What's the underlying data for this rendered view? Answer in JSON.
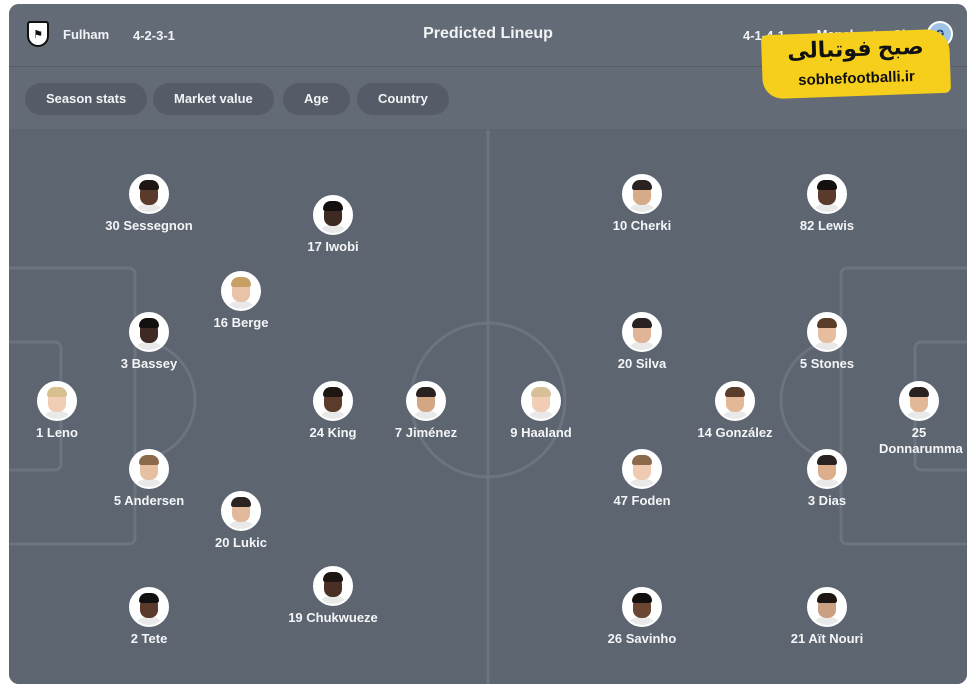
{
  "header": {
    "home_team": "Fulham",
    "home_formation": "4-2-3-1",
    "title": "Predicted Lineup",
    "away_formation": "4-1-4-1",
    "away_team": "Manchester City"
  },
  "filters": [
    "Season stats",
    "Market value",
    "Age",
    "Country"
  ],
  "watermark": {
    "fa": "صبح فوتبالی",
    "en": "sobhefootballi.ir"
  },
  "home_players": [
    {
      "label": "30 Sessegnon",
      "skin": "#5a3a2a",
      "hair": "#1d1613"
    },
    {
      "label": "17 Iwobi",
      "skin": "#3d2a22",
      "hair": "#151010"
    },
    {
      "label": "16 Berge",
      "skin": "#e8c3a8",
      "hair": "#c9a064"
    },
    {
      "label": "3 Bassey",
      "skin": "#3e2a22",
      "hair": "#151010"
    },
    {
      "label": "1 Leno",
      "skin": "#f0cdb4",
      "hair": "#d8bf8f"
    },
    {
      "label": "24 King",
      "skin": "#5b3c2a",
      "hair": "#1d1613"
    },
    {
      "label": "7 Jiménez",
      "skin": "#d4a784",
      "hair": "#2a2220"
    },
    {
      "label": "5 Andersen",
      "skin": "#e7c0a2",
      "hair": "#8a6a4a"
    },
    {
      "label": "20 Lukic",
      "skin": "#e2b99a",
      "hair": "#2b2320"
    },
    {
      "label": "2 Tete",
      "skin": "#5a3b2b",
      "hair": "#151010"
    },
    {
      "label": "19 Chukwueze",
      "skin": "#4a3024",
      "hair": "#1d1613"
    }
  ],
  "away_players": [
    {
      "label": "9 Haaland",
      "skin": "#f0cdb4",
      "hair": "#d7c098"
    },
    {
      "label": "10 Cherki",
      "skin": "#d8ab88",
      "hair": "#2a2220"
    },
    {
      "label": "20 Silva",
      "skin": "#e0b597",
      "hair": "#2a2220"
    },
    {
      "label": "14 González",
      "skin": "#e3b896",
      "hair": "#5a3e2a"
    },
    {
      "label": "47 Foden",
      "skin": "#efcab0",
      "hair": "#8a6a4a"
    },
    {
      "label": "26 Savinho",
      "skin": "#6b4632",
      "hair": "#151010"
    },
    {
      "label": "82 Lewis",
      "skin": "#5a3a2a",
      "hair": "#151010"
    },
    {
      "label": "5 Stones",
      "skin": "#e6bd9e",
      "hair": "#5a3e2a"
    },
    {
      "label": "3 Dias",
      "skin": "#dcae8c",
      "hair": "#2a2220"
    },
    {
      "label": "21 Aït Nouri",
      "skin": "#caa083",
      "hair": "#1d1613"
    },
    {
      "label": "25 Donnarumma",
      "skin": "#e3b896",
      "hair": "#2a2220"
    }
  ],
  "colors": {
    "pitch": "#5d6571",
    "pitch_lines": "#6c7480",
    "header": "#636b77",
    "chip": "#555c67",
    "watermark": "#f5cf1b"
  }
}
